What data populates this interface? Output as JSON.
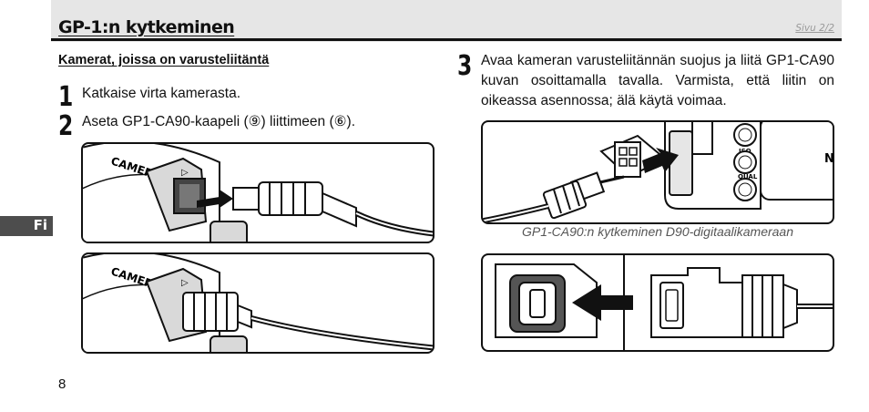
{
  "header": {
    "title": "GP-1:n kytkeminen",
    "page_note": "Sivu 2/2"
  },
  "section": {
    "heading": "Kamerat, joissa on varusteliitäntä"
  },
  "steps": [
    {
      "number": "1",
      "text": "Katkaise virta kamerasta."
    },
    {
      "number": "2",
      "text": "Aseta GP1-CA90-kaapeli (⑨) liittimeen (⑥)."
    },
    {
      "number": "3",
      "text": "Avaa kameran varusteliitännän suojus ja liitä GP1-CA90 kuvan osoittamalla tavalla. Varmista, että liitin on oikeassa asennossa; älä käytä voimaa."
    }
  ],
  "figure_camera": {
    "caption": "GP1-CA90:n kytkeminen D90-digitaalikameraan",
    "button_labels": [
      "ISO",
      "QUAL"
    ],
    "corner_letter": "N"
  },
  "figure_gps": {
    "body_text": "CAMER"
  },
  "side_tab": {
    "label": "Fi"
  },
  "page_number": "8"
}
